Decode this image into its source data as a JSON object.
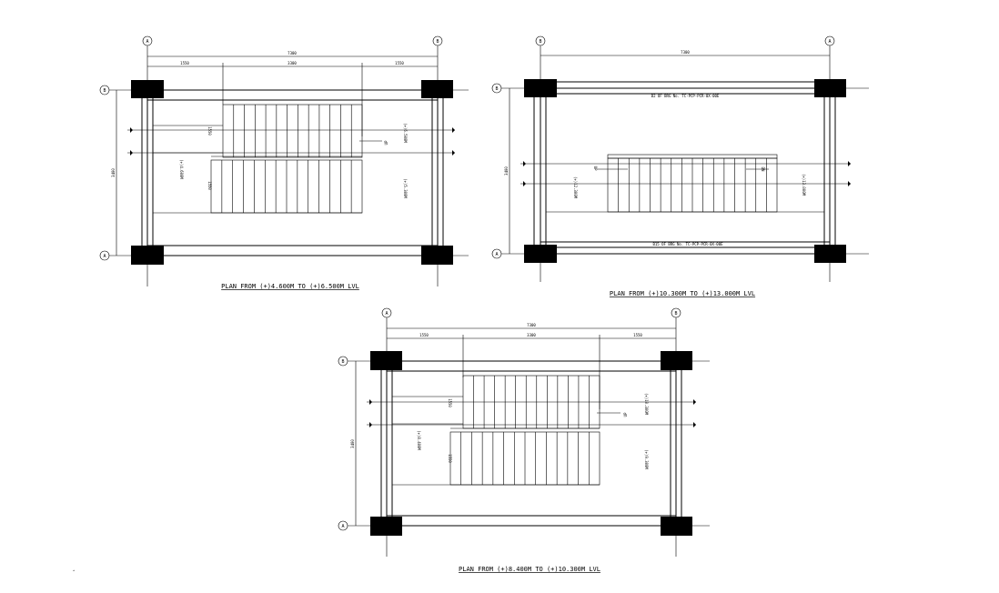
{
  "plans": [
    {
      "title": "PLAN FROM (+)4.600M TO (+)6.500M LVL",
      "grid_top_left": "A",
      "grid_top_right": "B",
      "grid_side_top": "B",
      "grid_side_bottom": "A",
      "dim_total": "7300",
      "dim_parts": [
        "1550",
        "3300",
        "1550"
      ],
      "dim_side": "3400",
      "levels": [
        "(+)6.500M",
        "(+)5.300M",
        "(+)4.600M"
      ],
      "up_label": "UP",
      "flight_dims": [
        "1550",
        "1550"
      ]
    },
    {
      "title": "PLAN FROM (+)10.300M TO (+)13.000M LVL",
      "grid_top_left": "B",
      "grid_top_right": "A",
      "grid_side_top": "B",
      "grid_side_bottom": "A",
      "dim_total": "7300",
      "dim_side": "3400",
      "beam_top": "B2 OF BRG No. TC-PCP-PCR-0X-00E",
      "beam_bottom": "B15 OF BRG No. TC-PCP-PCR-0X-00E",
      "levels": [
        "(+)13.000M",
        "(+)12.300M"
      ],
      "up_label": "UP",
      "dn_label": "DN"
    },
    {
      "title": "PLAN FROM (+)8.400M TO (+)10.300M LVL",
      "grid_top_left": "A",
      "grid_top_right": "B",
      "grid_side_top": "B",
      "grid_side_bottom": "A",
      "dim_total": "7300",
      "dim_parts": [
        "1550",
        "3300",
        "1550"
      ],
      "dim_side": "3400",
      "levels": [
        "(+)10.300M",
        "(+)9.300M",
        "(+)8.400M"
      ],
      "up_label": "UP",
      "flight_dims": [
        "1550",
        "1550"
      ]
    }
  ],
  "corner_mark": "^"
}
